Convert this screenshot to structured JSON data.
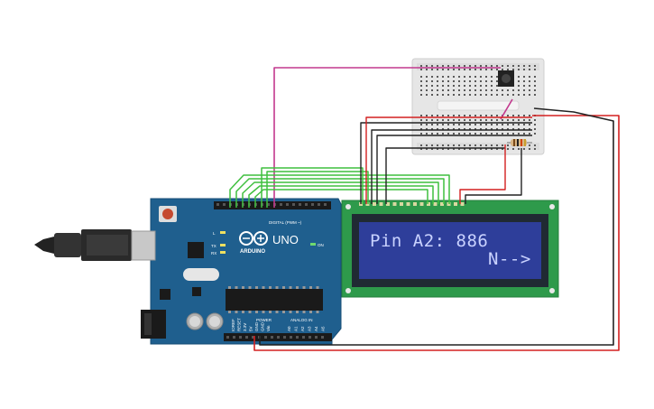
{
  "colors": {
    "arduino_board": "#1f5f8e",
    "lcd_board": "#2e9a4b",
    "lcd_screen": "#2e3e9a",
    "wire_green": "#3fbf3f",
    "wire_red": "#d32020",
    "wire_black": "#222222",
    "wire_magenta": "#c2388e",
    "breadboard": "#e8e8e8"
  },
  "arduino": {
    "model": "UNO",
    "brand": "ARDUINO",
    "digital_label": "DIGITAL (PWM ~)",
    "power_label": "POWER",
    "analog_label": "ANALOG IN",
    "on_label": "ON",
    "led_l": "L",
    "led_tx": "TX",
    "led_rx": "RX",
    "power_pins": [
      "IOREF",
      "RESET",
      "3.3V",
      "5V",
      "GND",
      "GND",
      "Vin"
    ],
    "analog_pins": [
      "A0",
      "A1",
      "A2",
      "A3",
      "A4",
      "A5"
    ]
  },
  "lcd": {
    "line1": "Pin A2: 886",
    "line2": "N-->"
  }
}
